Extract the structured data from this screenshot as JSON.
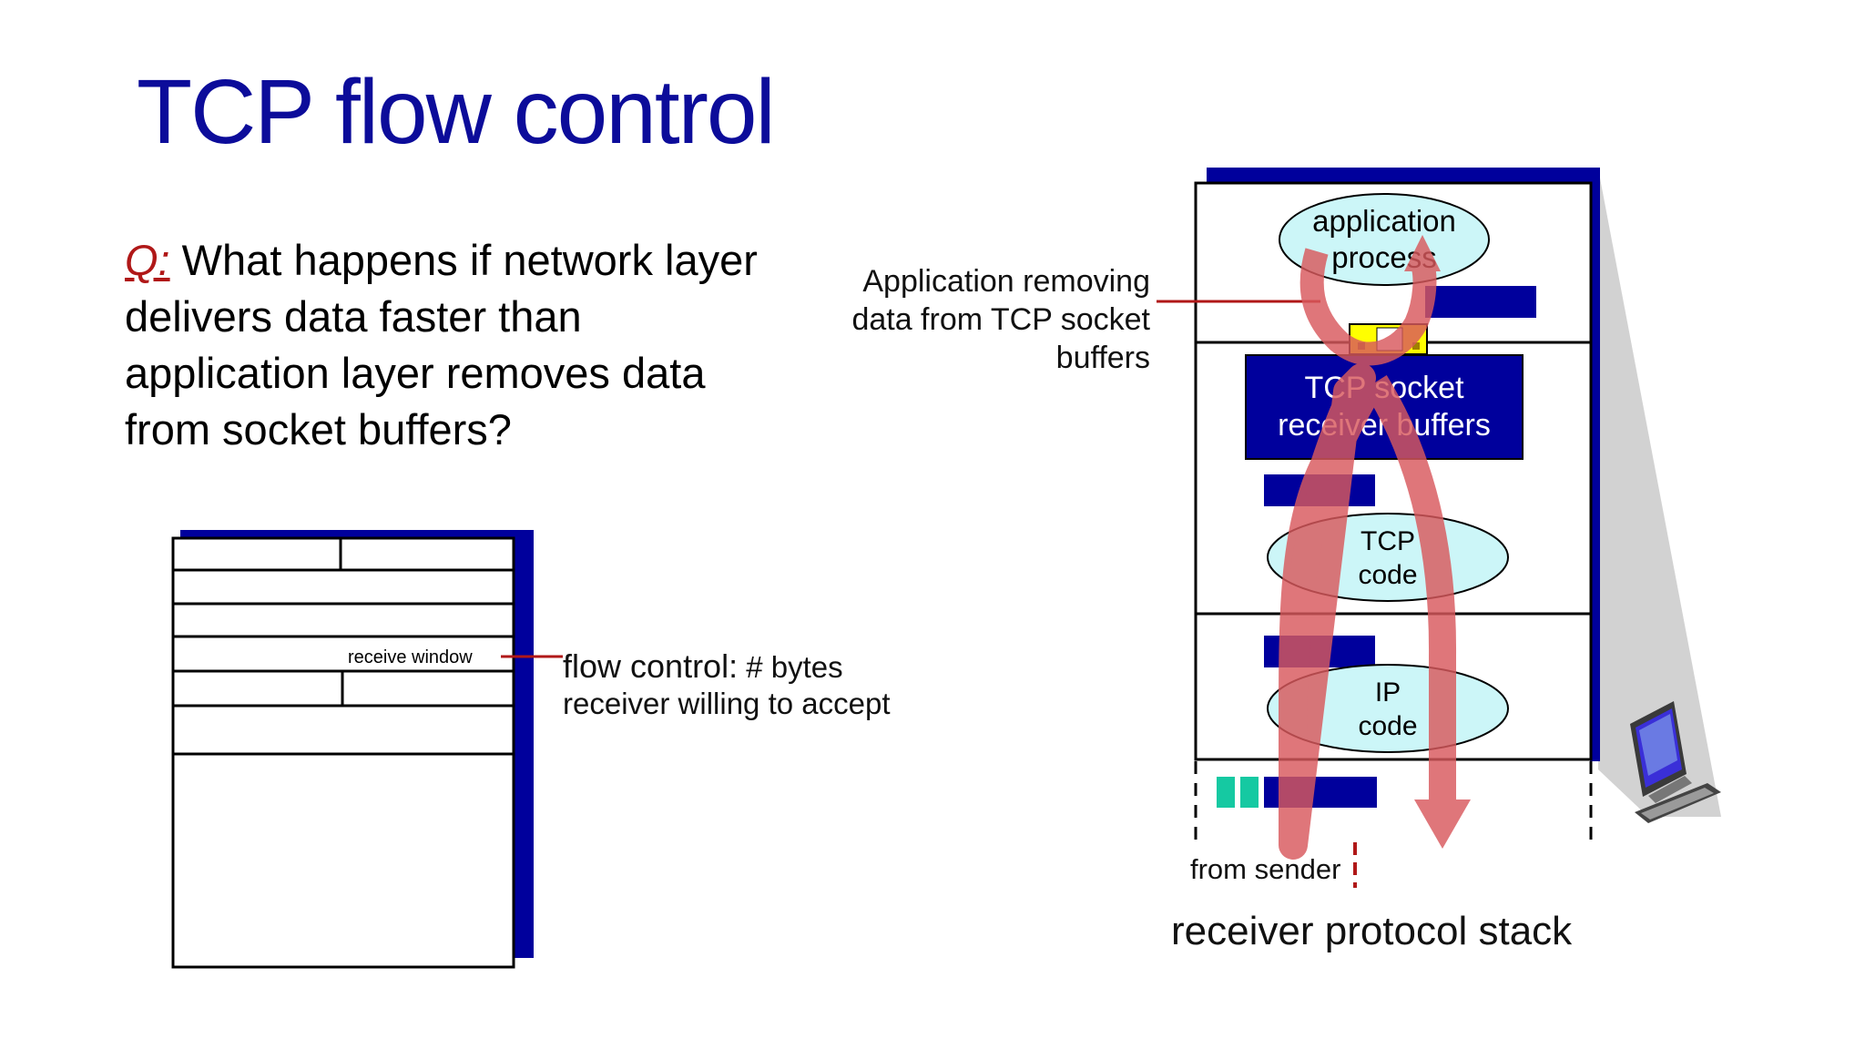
{
  "slide": {
    "title": "TCP flow control",
    "question_prefix": "Q:",
    "question_text": " What happens if network layer delivers data faster than application layer removes data from socket buffers?"
  },
  "segment": {
    "receive_window_label": "receive window",
    "flow_control_term": "flow control:",
    "flow_control_rest": " # bytes",
    "flow_control_line2": "receiver willing to accept"
  },
  "stack": {
    "app_line1": "application",
    "app_line2": "process",
    "app_removing": "Application removing data from TCP socket buffers",
    "tcp_buf_line1": "TCP socket",
    "tcp_buf_line2": "receiver buffers",
    "tcp_code_line1": "TCP",
    "tcp_code_line2": "code",
    "ip_code_line1": "IP",
    "ip_code_line2": "code",
    "from_sender": "from sender",
    "caption": "receiver protocol stack"
  },
  "icons": [
    "desktop-computer-icon"
  ],
  "colors": {
    "title": "#0c0c9a",
    "navy_block": "#00009c",
    "arrow": "#d9595d",
    "ellipse_fill": "#ccf6f8",
    "accent_red": "#b01818",
    "teal_packet": "#15c9a2",
    "yellow_socket": "#ffff00"
  }
}
